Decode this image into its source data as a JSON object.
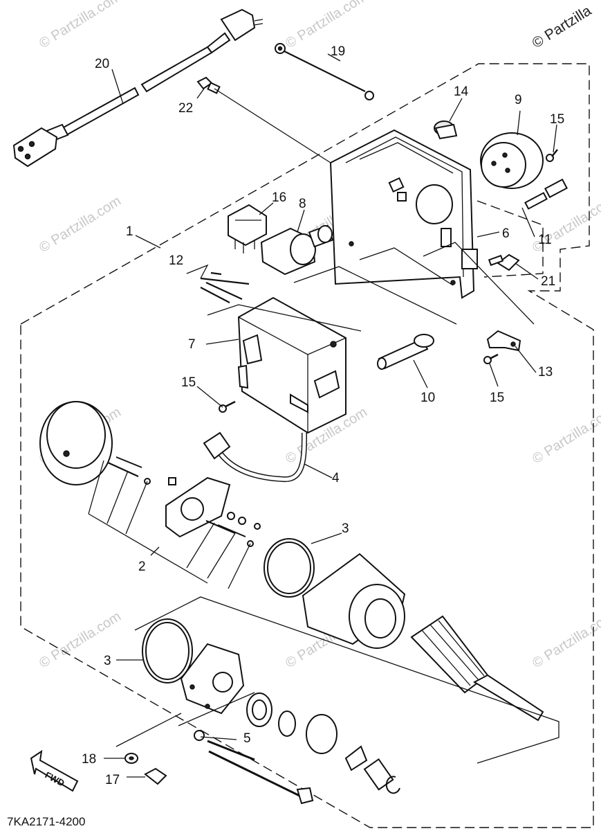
{
  "watermark": "© Partzilla.com",
  "watermark_top": "© Partzilla",
  "diagram_code": "7KA2171-4200",
  "fwd_label": "FWD",
  "callouts": [
    {
      "id": "c20",
      "text": "20"
    },
    {
      "id": "c19",
      "text": "19"
    },
    {
      "id": "c22",
      "text": "22"
    },
    {
      "id": "c14",
      "text": "14"
    },
    {
      "id": "c9",
      "text": "9"
    },
    {
      "id": "c15a",
      "text": "15"
    },
    {
      "id": "c16",
      "text": "16"
    },
    {
      "id": "c8",
      "text": "8"
    },
    {
      "id": "c1",
      "text": "1"
    },
    {
      "id": "c6",
      "text": "6"
    },
    {
      "id": "c11",
      "text": "11"
    },
    {
      "id": "c12",
      "text": "12"
    },
    {
      "id": "c21",
      "text": "21"
    },
    {
      "id": "c7",
      "text": "7"
    },
    {
      "id": "c13",
      "text": "13"
    },
    {
      "id": "c15b",
      "text": "15"
    },
    {
      "id": "c10",
      "text": "10"
    },
    {
      "id": "c15c",
      "text": "15"
    },
    {
      "id": "c4",
      "text": "4"
    },
    {
      "id": "c3a",
      "text": "3"
    },
    {
      "id": "c2",
      "text": "2"
    },
    {
      "id": "c3b",
      "text": "3"
    },
    {
      "id": "c5",
      "text": "5"
    },
    {
      "id": "c18",
      "text": "18"
    },
    {
      "id": "c17",
      "text": "17"
    }
  ]
}
